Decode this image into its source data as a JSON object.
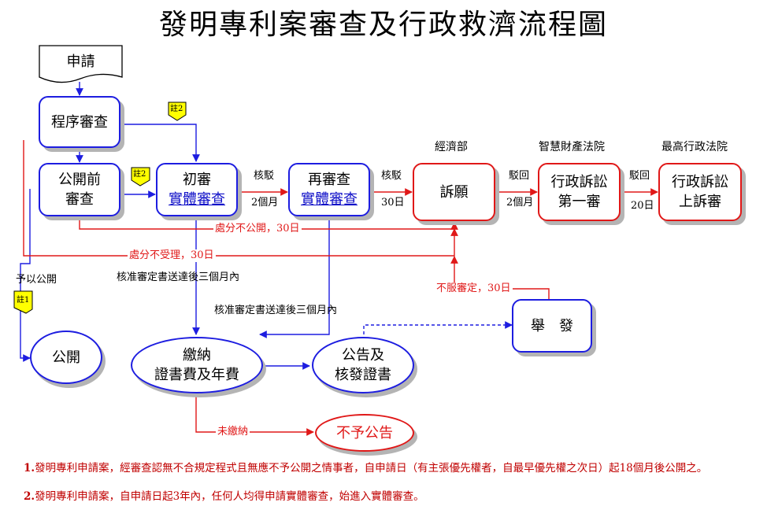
{
  "title": "發明專利案審查及行政救濟流程圖",
  "boxes": {
    "apply": "申請",
    "procedure": "程序審查",
    "pre_pub_1": "公開前",
    "pre_pub_2": "審查",
    "first_1": "初審",
    "first_2": "實體審查",
    "re_1": "再審查",
    "re_2": "實體審查",
    "appeal": "訴願",
    "admin1_1": "行政訴訟",
    "admin1_2": "第一審",
    "admin2_1": "行政訴訟",
    "admin2_2": "上訴審",
    "publish": "公開",
    "fee_1": "繳納",
    "fee_2": "證書費及年費",
    "announce_1": "公告及",
    "announce_2": "核發證書",
    "report": "舉　發",
    "no_announce": "不予公告"
  },
  "courts": {
    "moea": "經濟部",
    "ip_court": "智慧財產法院",
    "supreme": "最高行政法院"
  },
  "tags": {
    "note2_a": "註2",
    "note2_b": "註2",
    "note1": "註1"
  },
  "labels": {
    "reject1": "核駁",
    "reject1_days": "2個月",
    "reject2": "核駁",
    "reject2_days": "30日",
    "dismiss1": "駁回",
    "dismiss1_days": "2個月",
    "dismiss2": "駁回",
    "dismiss2_days": "20日",
    "not_publish": "處分不公開，30日",
    "not_accept": "處分不受理，30日",
    "give_publish": "予以公開",
    "approve_first": "核准審定書送達後三個月內",
    "approve_re": "核准審定書送達後三個月內",
    "disagree": "不服審定，30日",
    "unpaid": "未繳納"
  },
  "notes": {
    "n1_num": "1.",
    "n1_text": "發明專利申請案，經審查認無不合規定程式且無應不予公開之情事者，自申請日（有主張優先權者，自最早優先權之次日）起18個月後公開之。",
    "n2_num": "2.",
    "n2_text": "發明專利申請案，自申請日起3年內，任何人均得申請實體審查，始進入實體審查。"
  },
  "colors": {
    "blue": "#1d1de0",
    "red": "#e01818",
    "tag_yellow": "#ffff00"
  }
}
